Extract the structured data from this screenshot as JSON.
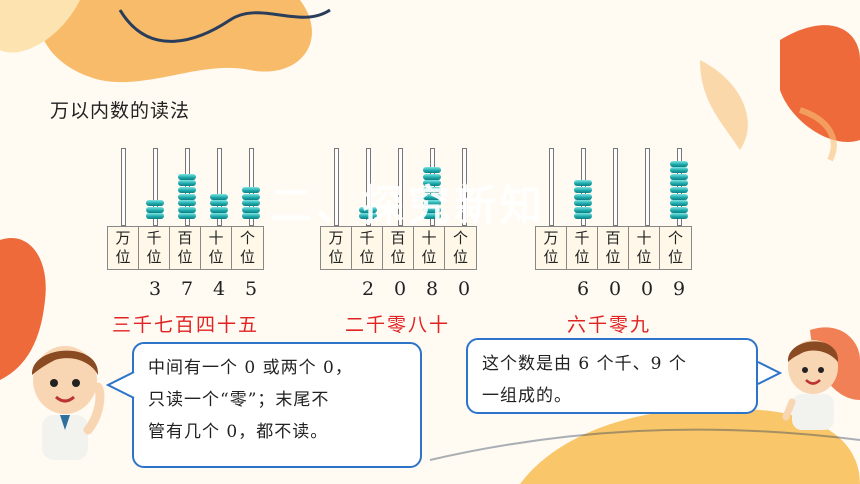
{
  "slide": {
    "title": "万以内数的读法",
    "watermark": "二、探究新知"
  },
  "colors": {
    "accent_orange": "#f39a3a",
    "reading_red": "#e02222",
    "bead_teal": "#1aa6a8",
    "bubble_border": "#2c74c9"
  },
  "abacus_examples": [
    {
      "place_labels": [
        [
          "万",
          "位"
        ],
        [
          "千",
          "位"
        ],
        [
          "百",
          "位"
        ],
        [
          "十",
          "位"
        ],
        [
          "个",
          "位"
        ]
      ],
      "beads": [
        0,
        3,
        7,
        4,
        5
      ],
      "digits": [
        "",
        "3",
        "7",
        "4",
        "5"
      ],
      "reading": "三千七百四十五"
    },
    {
      "place_labels": [
        [
          "万",
          "位"
        ],
        [
          "千",
          "位"
        ],
        [
          "百",
          "位"
        ],
        [
          "十",
          "位"
        ],
        [
          "个",
          "位"
        ]
      ],
      "beads": [
        0,
        2,
        0,
        8,
        0
      ],
      "digits": [
        "",
        "2",
        "0",
        "8",
        "0"
      ],
      "reading": "二千零八十"
    },
    {
      "place_labels": [
        [
          "万",
          "位"
        ],
        [
          "千",
          "位"
        ],
        [
          "百",
          "位"
        ],
        [
          "十",
          "位"
        ],
        [
          "个",
          "位"
        ]
      ],
      "beads": [
        0,
        6,
        0,
        0,
        9
      ],
      "digits": [
        "",
        "6",
        "0",
        "0",
        "9"
      ],
      "reading": "六千零九"
    }
  ],
  "bubbles": {
    "left": {
      "line1": "中间有一个 0 或两个 0，",
      "line2": "只读一个“零”；末尾不",
      "line3": "管有几个 0，都不读。"
    },
    "right": {
      "line1": "这个数是由 6 个千、9 个",
      "line2": "一组成的。"
    }
  }
}
